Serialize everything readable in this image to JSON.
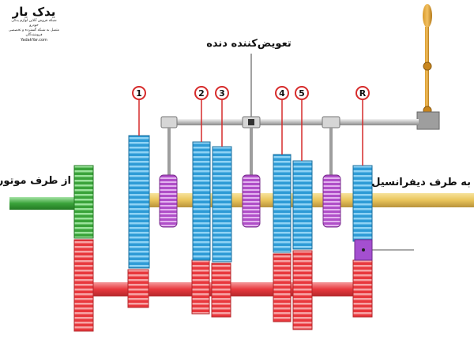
{
  "logo": {
    "name": "یدک یار",
    "tagline": "شبکه فروش آنلاین لوازم یدکی خودرو",
    "tagline2": "متصل به شبکه گسترده و تخصصی فروشندگان",
    "url": "YadakYar.com"
  },
  "labels": {
    "gear_shifter": "تعویض‌کننده دنده",
    "from_engine": "از طرف موتور",
    "to_differential": "به طرف دیفرانسیل"
  },
  "gear_numbers": [
    "1",
    "2",
    "3",
    "4",
    "5",
    "R"
  ],
  "colors": {
    "input_gear": "#3aa33a",
    "countershaft_gear": "#e8383d",
    "main_gear": "#2e9bd6",
    "synchro": "#b04fc8",
    "shaft": "#e9c45a",
    "rail": "#bfbfbf",
    "number_circle": "#d62b2b"
  }
}
